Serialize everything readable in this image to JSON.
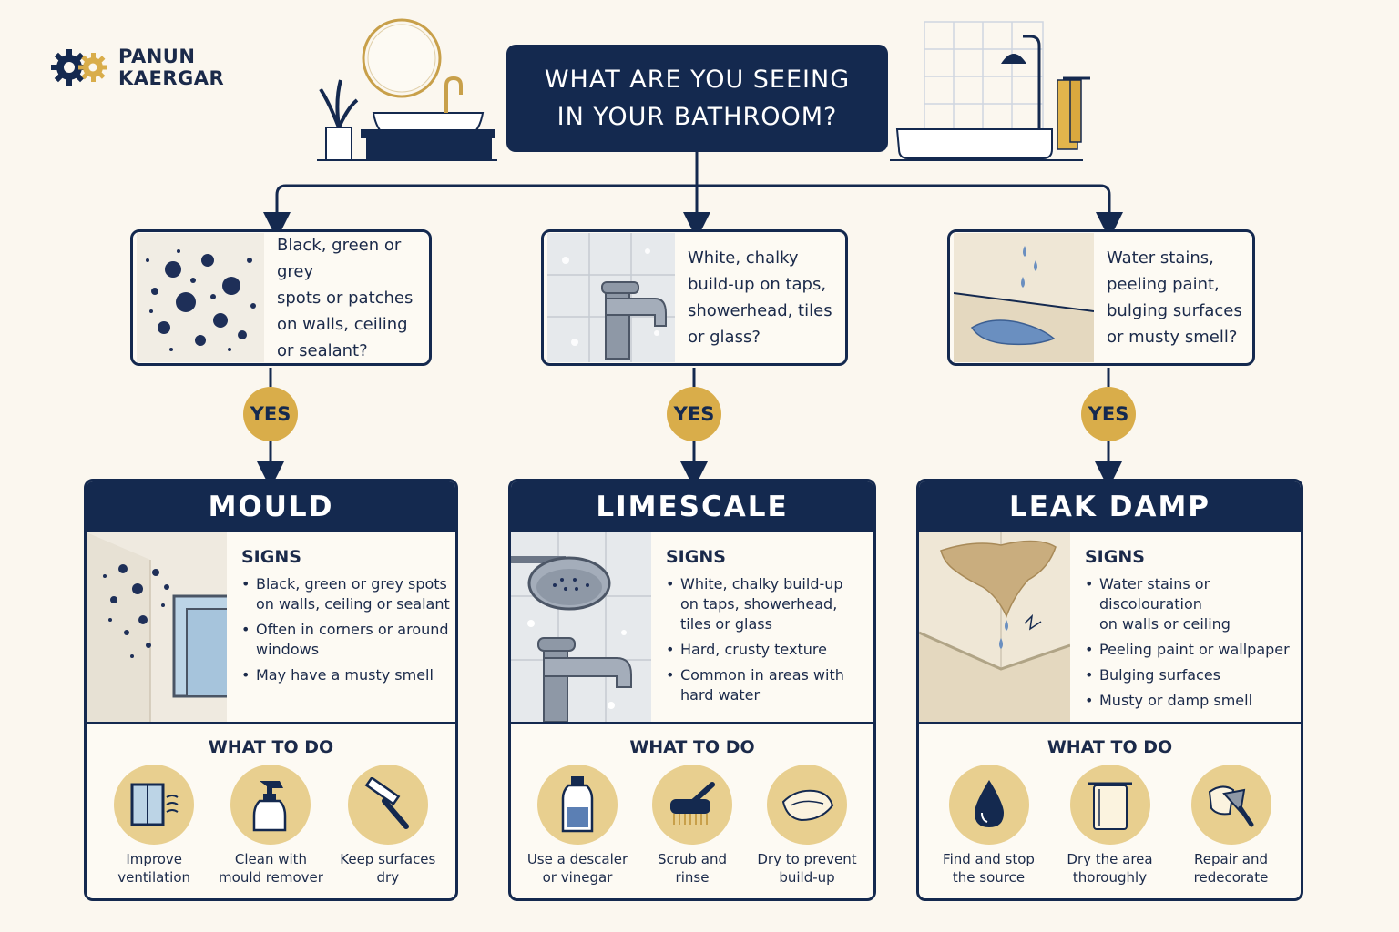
{
  "brand": {
    "line1": "PANUN",
    "line2": "KAERGAR"
  },
  "header": {
    "line1": "WHAT ARE YOU SEEING",
    "line2": "IN YOUR BATHROOM?"
  },
  "questions": [
    {
      "text": [
        "Black, green or grey",
        "spots or patches",
        "on walls, ceiling",
        "or sealant?"
      ]
    },
    {
      "text": [
        "White, chalky",
        "build-up on taps,",
        "showerhead, tiles",
        "or glass?"
      ]
    },
    {
      "text": [
        "Water stains,",
        "peeling paint,",
        "bulging surfaces",
        "or musty smell?"
      ]
    }
  ],
  "yes_label": "YES",
  "cards": [
    {
      "title": "MOULD",
      "signs_title": "SIGNS",
      "signs": [
        [
          "Black, green or grey spots",
          "on walls, ceiling or sealant"
        ],
        [
          "Often in corners or around",
          "windows"
        ],
        [
          "May have a musty smell"
        ]
      ],
      "todo_title": "WHAT TO DO",
      "actions": [
        {
          "icon": "window-ventilation-icon",
          "line1": "Improve",
          "line2": "ventilation"
        },
        {
          "icon": "spray-bottle-icon",
          "line1": "Clean with",
          "line2": "mould remover"
        },
        {
          "icon": "squeegee-icon",
          "line1": "Keep surfaces",
          "line2": "dry"
        }
      ]
    },
    {
      "title": "LIMESCALE",
      "signs_title": "SIGNS",
      "signs": [
        [
          "White, chalky build-up",
          "on taps, showerhead,",
          "tiles or glass"
        ],
        [
          "Hard, crusty texture"
        ],
        [
          "Common in areas with",
          "hard water"
        ]
      ],
      "todo_title": "WHAT TO DO",
      "actions": [
        {
          "icon": "descaler-bottle-icon",
          "line1": "Use a descaler",
          "line2": "or vinegar"
        },
        {
          "icon": "scrub-brush-icon",
          "line1": "Scrub and",
          "line2": "rinse"
        },
        {
          "icon": "cloth-icon",
          "line1": "Dry to prevent",
          "line2": "build-up"
        }
      ]
    },
    {
      "title": "LEAK DAMP",
      "signs_title": "SIGNS",
      "signs": [
        [
          "Water stains or discolouration",
          "on walls or ceiling"
        ],
        [
          "Peeling paint or wallpaper"
        ],
        [
          "Bulging surfaces"
        ],
        [
          "Musty or damp smell"
        ]
      ],
      "todo_title": "WHAT TO DO",
      "actions": [
        {
          "icon": "water-drop-icon",
          "line1": "Find and stop",
          "line2": "the source"
        },
        {
          "icon": "towel-icon",
          "line1": "Dry the area",
          "line2": "thoroughly"
        },
        {
          "icon": "trowel-icon",
          "line1": "Repair and",
          "line2": "redecorate"
        }
      ]
    }
  ],
  "colors": {
    "navy": "#14294f",
    "gold": "#d9ad4a",
    "gold_light": "#e8cf8f",
    "background": "#fbf7ef"
  }
}
